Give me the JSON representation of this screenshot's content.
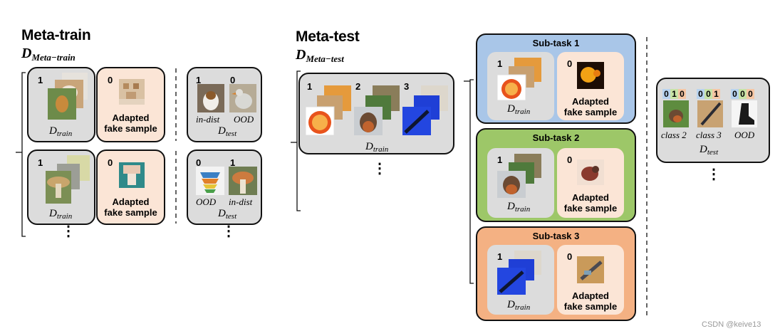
{
  "meta_train": {
    "title": "Meta-train",
    "dataset_symbol": "D",
    "dataset_sub": "Meta−train",
    "row1": {
      "train_num": "1",
      "fake_num": "0",
      "d_train": "D",
      "d_train_sub": "train",
      "fake_label_1": "Adapted",
      "fake_label_2": "fake sample",
      "test_num_a": "1",
      "test_num_b": "0",
      "test_label_a": "in-dist",
      "test_label_b": "OOD",
      "d_test": "D",
      "d_test_sub": "test"
    },
    "row2": {
      "train_num": "1",
      "fake_num": "0",
      "d_train": "D",
      "d_train_sub": "train",
      "fake_label_1": "Adapted",
      "fake_label_2": "fake sample",
      "test_num_a": "0",
      "test_num_b": "1",
      "test_label_a": "OOD",
      "test_label_b": "in-dist",
      "d_test": "D",
      "d_test_sub": "test"
    }
  },
  "meta_test": {
    "title": "Meta-test",
    "dataset_symbol": "D",
    "dataset_sub": "Meta−test",
    "train_nums": [
      "1",
      "2",
      "3"
    ],
    "d_train": "D",
    "d_train_sub": "train"
  },
  "subtasks": [
    {
      "title": "Sub-task 1",
      "train_num": "1",
      "fake_num": "0",
      "d_train": "D",
      "d_train_sub": "train",
      "fake_label_1": "Adapted",
      "fake_label_2": "fake sample",
      "color": "#a9c6e8"
    },
    {
      "title": "Sub-task 2",
      "train_num": "1",
      "fake_num": "0",
      "d_train": "D",
      "d_train_sub": "train",
      "fake_label_1": "Adapted",
      "fake_label_2": "fake sample",
      "color": "#9dc768"
    },
    {
      "title": "Sub-task 3",
      "train_num": "1",
      "fake_num": "0",
      "d_train": "D",
      "d_train_sub": "train",
      "fake_label_1": "Adapted",
      "fake_label_2": "fake sample",
      "color": "#f4b183"
    }
  ],
  "test_box": {
    "codes": [
      [
        "0",
        "1",
        "0"
      ],
      [
        "0",
        "0",
        "1"
      ],
      [
        "0",
        "0",
        "0"
      ]
    ],
    "labels": [
      "class 2",
      "class 3",
      "OOD"
    ],
    "d_test": "D",
    "d_test_sub": "test"
  },
  "ellipsis": "⋮",
  "watermark": "CSDN @keive13"
}
